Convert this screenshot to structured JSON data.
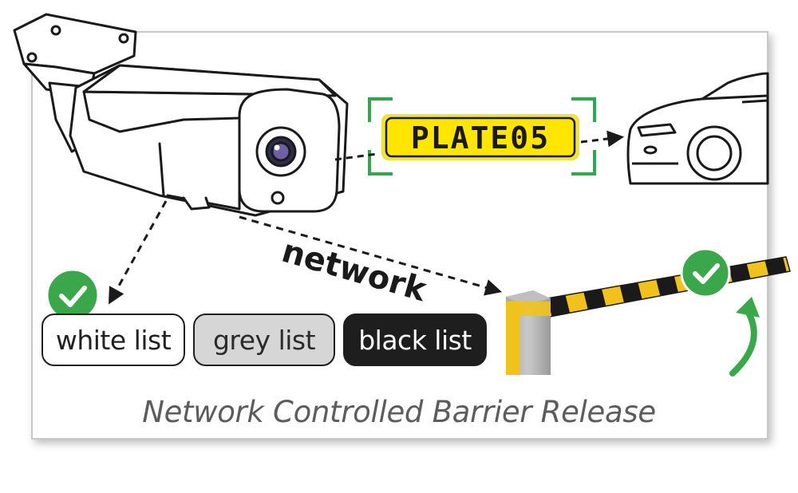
{
  "plate": {
    "text": "PLATE05"
  },
  "network": {
    "label": "network"
  },
  "lists": {
    "white": "white list",
    "grey": "grey list",
    "black": "black list"
  },
  "caption": "Network Controlled Barrier Release",
  "colors": {
    "frame_border": "#c8c8c8",
    "plate_bg": "#ffe500",
    "plate_glow": "#f0e43a",
    "bracket_green": "#2fa84f",
    "check_green": "#3aa84a",
    "barrier_yellow": "#f2c21c",
    "barrier_black": "#1a1a1a",
    "caption_grey": "#5c5c5c"
  },
  "icons": [
    "camera-icon",
    "car-icon",
    "barrier-gate-icon",
    "checkmark-icon",
    "curved-arrow-icon"
  ]
}
